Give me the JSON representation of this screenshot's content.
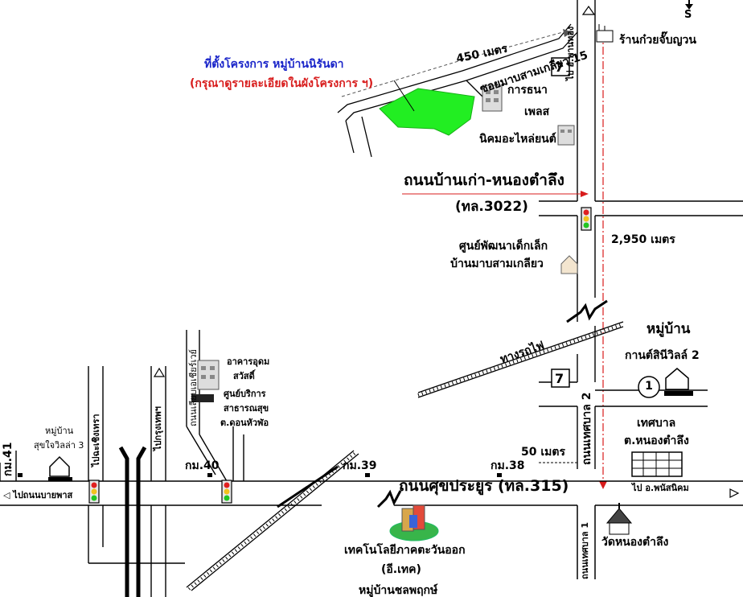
{
  "compass": {
    "north_label": "S"
  },
  "project": {
    "title": "ที่ตั้งโครงการ หมู่บ้านนิรันดา",
    "note": "(กรุณาดูรายละเอียดในผังโครงการ ฯ)",
    "fill_color": "#22ee22"
  },
  "distances": {
    "soi": "450 เมตร",
    "main": "2,950 เมตร",
    "km38_gap": "50 เมตร"
  },
  "roads": {
    "soi_mabsam": "ซอยมาบสามเกลียว 15",
    "to_phanthong": "ไป อ.พานทอง",
    "ban_kao": "ถนนบ้านเก่า-หนองตำลึง",
    "ban_kao_code": "(ทล.3022)",
    "railway": "ทางรถไฟ",
    "tesaban2": "ถนนเทศบาล 2",
    "sukprayoon": "ถนนศุขประยูร (ทล.315)",
    "to_phanatnikhom": "ไป อ.พนัสนิคม",
    "to_bang_pakong": "◁ ไปถนนบายพาส",
    "to_chachoengsao": "ไปฉะเชิงเทรา",
    "to_bangkok": "ไปกรุงเทพฯ",
    "hospital_road": "ถนนเลียบเอเชียร์เวย์",
    "tesaban1": "ถนนเทศบาล 1"
  },
  "landmarks": {
    "shop": "ร้านก๋วยจั๊บญวน",
    "karatana": "การธนา",
    "place": "เพลส",
    "nikhom": "นิคมอะไหล่ยนต์",
    "childcare_1": "ศูนย์พัฒนาเด็กเล็ก",
    "childcare_2": "บ้านมาบสามเกลียว",
    "kanthsini_1": "หมู่บ้าน",
    "kanthsini_2": "กานต์สินีวิลล์ 2",
    "kanthsini_num": "1",
    "tesaban_office_1": "เทศบาล",
    "tesaban_office_2": "ต.หนองตำลึง",
    "km38": "กม.38",
    "km39": "กม.39",
    "km40": "กม.40",
    "km41": "กม.41",
    "udom_1": "อาคารอุดม",
    "udom_2": "สวัสดิ์",
    "health_1": "ศูนย์บริการ",
    "health_2": "สาธารณสุข",
    "health_3": "ต.ดอนหัวฬ่อ",
    "sukjai_1": "หมู่บ้าน",
    "sukjai_2": "สุขใจวิลล่า 3",
    "etech_1": "เทคโนโลยีภาคตะวันออก",
    "etech_2": "(อี.เทค)",
    "wat": "วัดหนองตำลึง",
    "bottom_village": "หมู่บ้านชลพฤกษ์"
  }
}
